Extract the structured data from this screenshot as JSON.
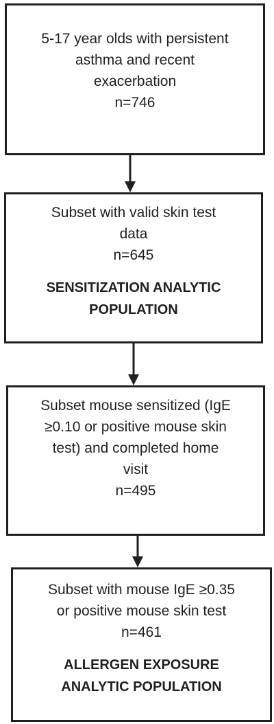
{
  "boxes": [
    {
      "lines": [
        "5-17 year olds with persistent",
        "asthma and recent",
        "exacerbation",
        "n=746"
      ],
      "bold_lines": []
    },
    {
      "lines": [
        "Subset with valid skin test",
        "data",
        "n=645"
      ],
      "bold_lines": [
        "SENSITIZATION ANALYTIC",
        "POPULATION"
      ]
    },
    {
      "lines": [
        "Subset mouse sensitized (IgE",
        "≥0.10 or positive mouse skin",
        "test) and completed home",
        "visit",
        "n=495"
      ],
      "bold_lines": []
    },
    {
      "lines": [
        "Subset with mouse IgE ≥0.35",
        "or positive mouse skin test",
        "n=461"
      ],
      "bold_lines": [
        "ALLERGEN EXPOSURE",
        "ANALYTIC POPULATION"
      ]
    }
  ],
  "colors": {
    "stroke": "#231f20",
    "text": "#231f20",
    "background": "#ffffff"
  }
}
